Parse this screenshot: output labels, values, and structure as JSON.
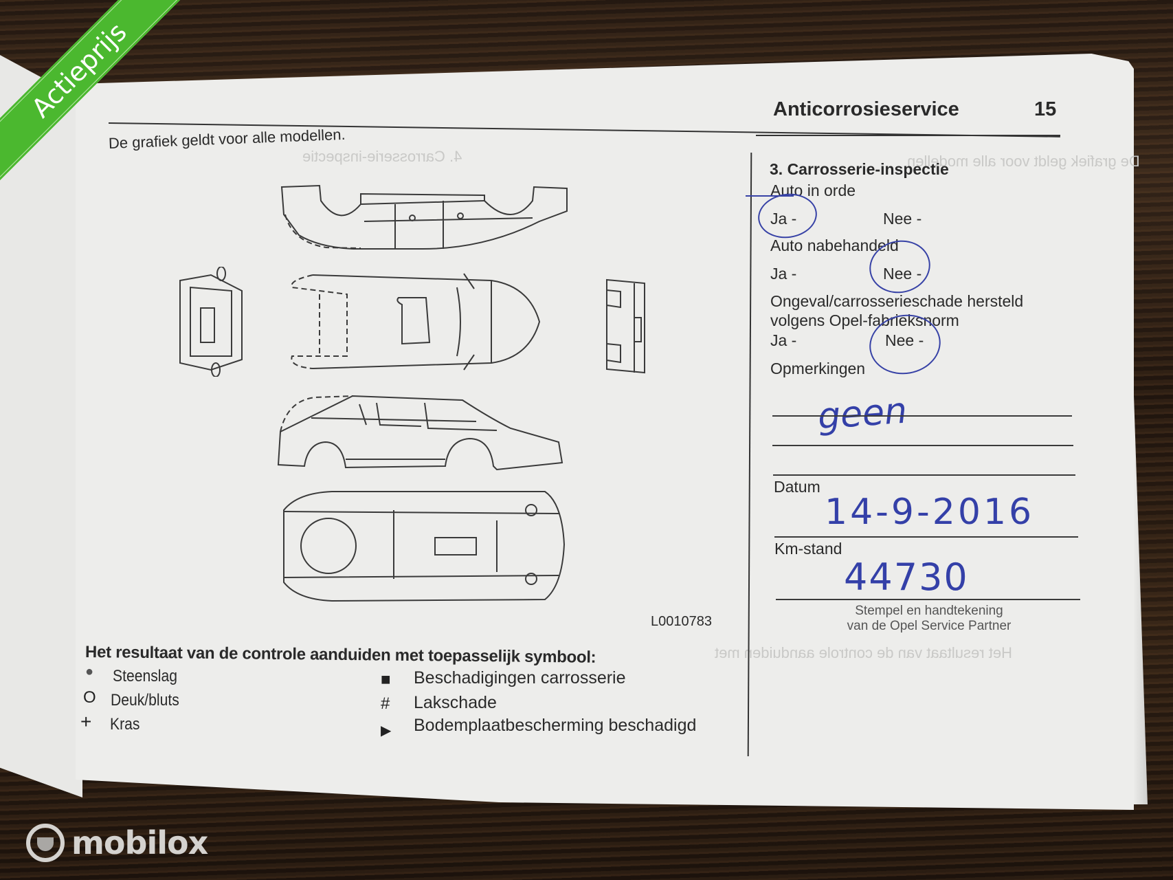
{
  "badge": {
    "label": "Actieprijs",
    "color": "#4bb82f"
  },
  "watermark": {
    "brand": "mobilox",
    "icon": "mobilox-logo-icon"
  },
  "header": {
    "title": "Anticorrosieservice",
    "page_number": "15"
  },
  "diagram": {
    "caption": "De grafiek geldt voor alle modellen.",
    "figure_code": "L0010783",
    "views": [
      "top-view-upper-body",
      "front-view",
      "top-view",
      "rear-view",
      "side-view",
      "underbody-view"
    ]
  },
  "inspection": {
    "title": "3. Carrosserie-inspectie",
    "questions": [
      {
        "label": "Auto in orde",
        "yes": "Ja -",
        "no": "Nee -",
        "selected": "Ja"
      },
      {
        "label": "Auto nabehandeld",
        "yes": "Ja -",
        "no": "Nee -",
        "selected": "Nee"
      },
      {
        "label_line1": "Ongeval/carrosserieschade hersteld",
        "label_line2": "volgens Opel-fabrieksnorm",
        "yes": "Ja -",
        "no": "Nee -",
        "selected": "Nee"
      }
    ],
    "remarks_label": "Opmerkingen",
    "remarks_value": "geen",
    "date_label": "Datum",
    "date_value": "14-9-2016",
    "km_label": "Km-stand",
    "km_value": "44730",
    "stamp_line1": "Stempel en handtekening",
    "stamp_line2": "van de Opel Service Partner",
    "ink_color": "#3440a8"
  },
  "legend": {
    "title": "Het resultaat van de controle aanduiden met toepasselijk symbool:",
    "items": [
      {
        "symbol": "●",
        "label": "Steenslag"
      },
      {
        "symbol": "O",
        "label": "Deuk/bluts"
      },
      {
        "symbol": "+",
        "label": "Kras"
      },
      {
        "symbol": "■",
        "label": "Beschadigingen carrosserie"
      },
      {
        "symbol": "#",
        "label": "Lakschade"
      },
      {
        "symbol": "▶",
        "label": "Bodemplaatbescherming beschadigd"
      }
    ]
  }
}
